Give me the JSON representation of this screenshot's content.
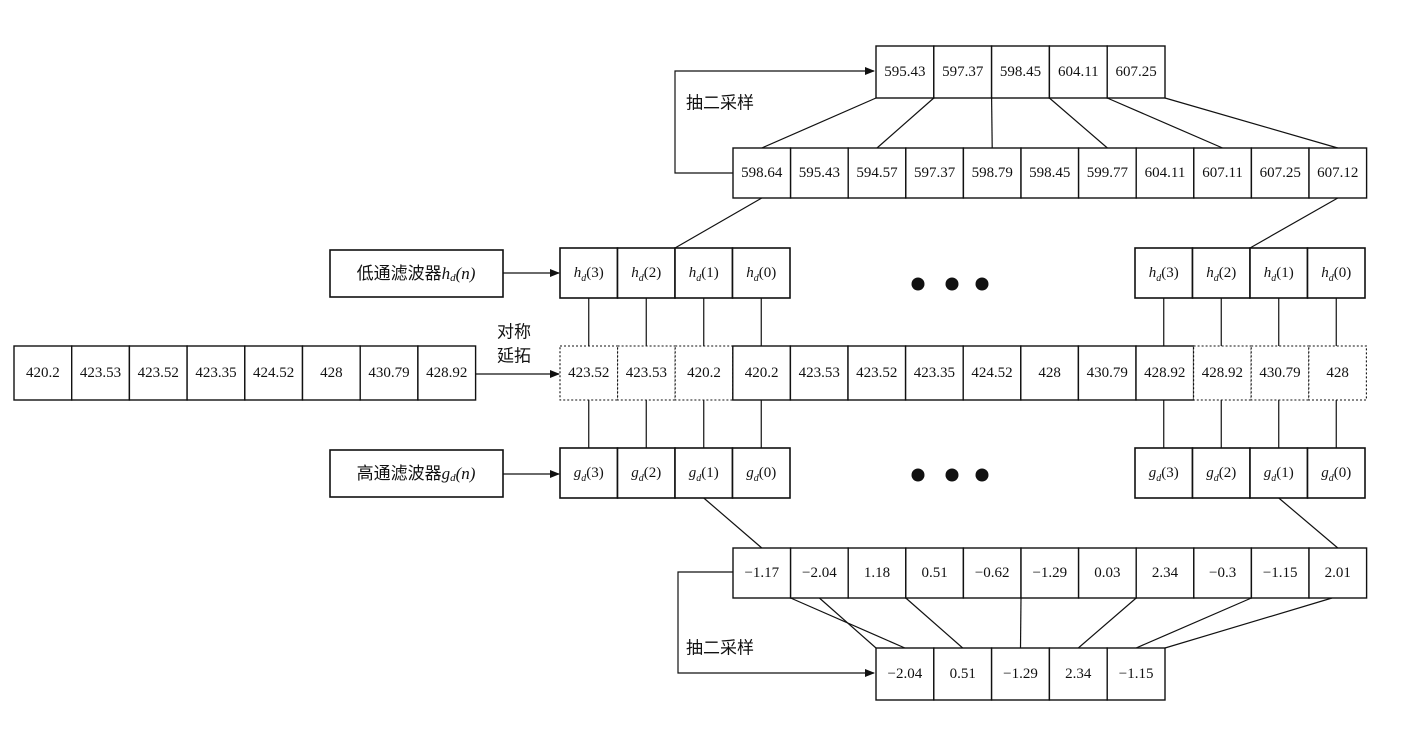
{
  "top_down": {
    "label": "抽二采样",
    "values": [
      "595.43",
      "597.37",
      "598.45",
      "604.11",
      "607.25"
    ]
  },
  "low_out": {
    "values": [
      "598.64",
      "595.43",
      "594.57",
      "597.37",
      "598.79",
      "598.45",
      "599.77",
      "604.11",
      "607.11",
      "607.25",
      "607.12"
    ]
  },
  "lowpass": {
    "label_text": "低通滤波器",
    "label_sym": "h",
    "label_sub": "d",
    "label_arg": "(n)",
    "coef_sym": "h",
    "coef_sub": "d",
    "left_idx": [
      "(3)",
      "(2)",
      "(1)",
      "(0)"
    ],
    "right_idx": [
      "(3)",
      "(2)",
      "(1)",
      "(0)"
    ]
  },
  "input": {
    "values": [
      "420.2",
      "423.53",
      "423.52",
      "423.35",
      "424.52",
      "428",
      "430.79",
      "428.92"
    ]
  },
  "extension": {
    "label_line1": "对称",
    "label_line2": "延拓",
    "values": [
      "423.52",
      "423.53",
      "420.2",
      "420.2",
      "423.53",
      "423.52",
      "423.35",
      "424.52",
      "428",
      "430.79",
      "428.92",
      "428.92",
      "430.79",
      "428"
    ],
    "dotted": [
      true,
      true,
      true,
      false,
      false,
      false,
      false,
      false,
      false,
      false,
      false,
      true,
      true,
      true
    ]
  },
  "highpass": {
    "label_text": "高通滤波器",
    "label_sym": "g",
    "label_sub": "d",
    "label_arg": "(n)",
    "coef_sym": "g",
    "coef_sub": "d",
    "left_idx": [
      "(3)",
      "(2)",
      "(1)",
      "(0)"
    ],
    "right_idx": [
      "(3)",
      "(2)",
      "(1)",
      "(0)"
    ]
  },
  "high_out": {
    "values": [
      "−1.17",
      "−2.04",
      "1.18",
      "0.51",
      "−0.62",
      "−1.29",
      "0.03",
      "2.34",
      "−0.3",
      "−1.15",
      "2.01"
    ]
  },
  "bottom_down": {
    "label": "抽二采样",
    "values": [
      "−2.04",
      "0.51",
      "−1.29",
      "2.34",
      "−1.15"
    ]
  }
}
